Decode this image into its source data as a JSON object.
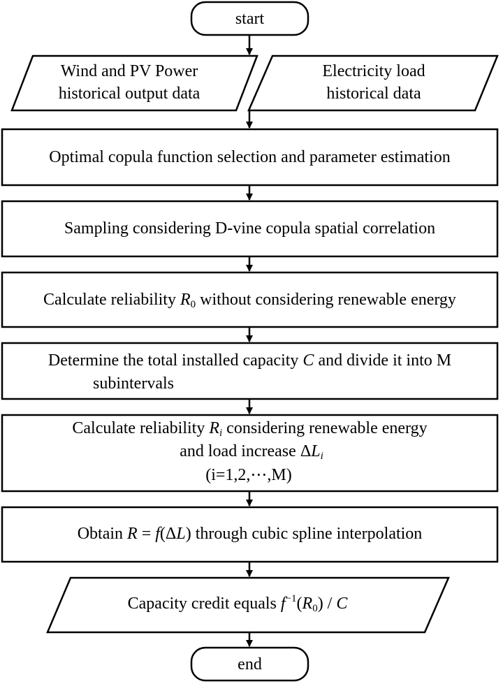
{
  "nodes": {
    "start": "start",
    "wind_pv_line1": "Wind and PV Power",
    "wind_pv_line2": "historical output data",
    "load_line1": "Electricity load",
    "load_line2": "historical data",
    "copula": "Optimal copula function selection and parameter estimation",
    "sampling": "Sampling considering D-vine copula spatial correlation",
    "calc_r0": {
      "before": "Calculate reliability ",
      "var": "R",
      "var_sub": "0",
      "after": " without considering renewable energy"
    },
    "determine": {
      "before": "Determine the total installed capacity ",
      "var": "C",
      "after": " and divide it into M",
      "line2": "subintervals"
    },
    "calc_ri": {
      "before": "Calculate reliability ",
      "var": "R",
      "var_sub": "i",
      "after": " considering renewable energy",
      "line2_before": "and load increase ",
      "delta": "Δ",
      "line2_var": "L",
      "line2_sub": "i",
      "line3": "(i=1,2,⋯,M)"
    },
    "obtain": {
      "before": "Obtain ",
      "r": "R",
      "eq": " = ",
      "f": "f",
      "open": "(",
      "delta": "Δ",
      "l": "L",
      "close": ")",
      "after": " through cubic spline interpolation"
    },
    "capacity": {
      "before": "Capacity credit equals  ",
      "f": "f",
      "sup": "−1",
      "open": "(",
      "r": "R",
      "r_sub": "0",
      "close": ") / ",
      "c": "C"
    },
    "end": "end"
  }
}
